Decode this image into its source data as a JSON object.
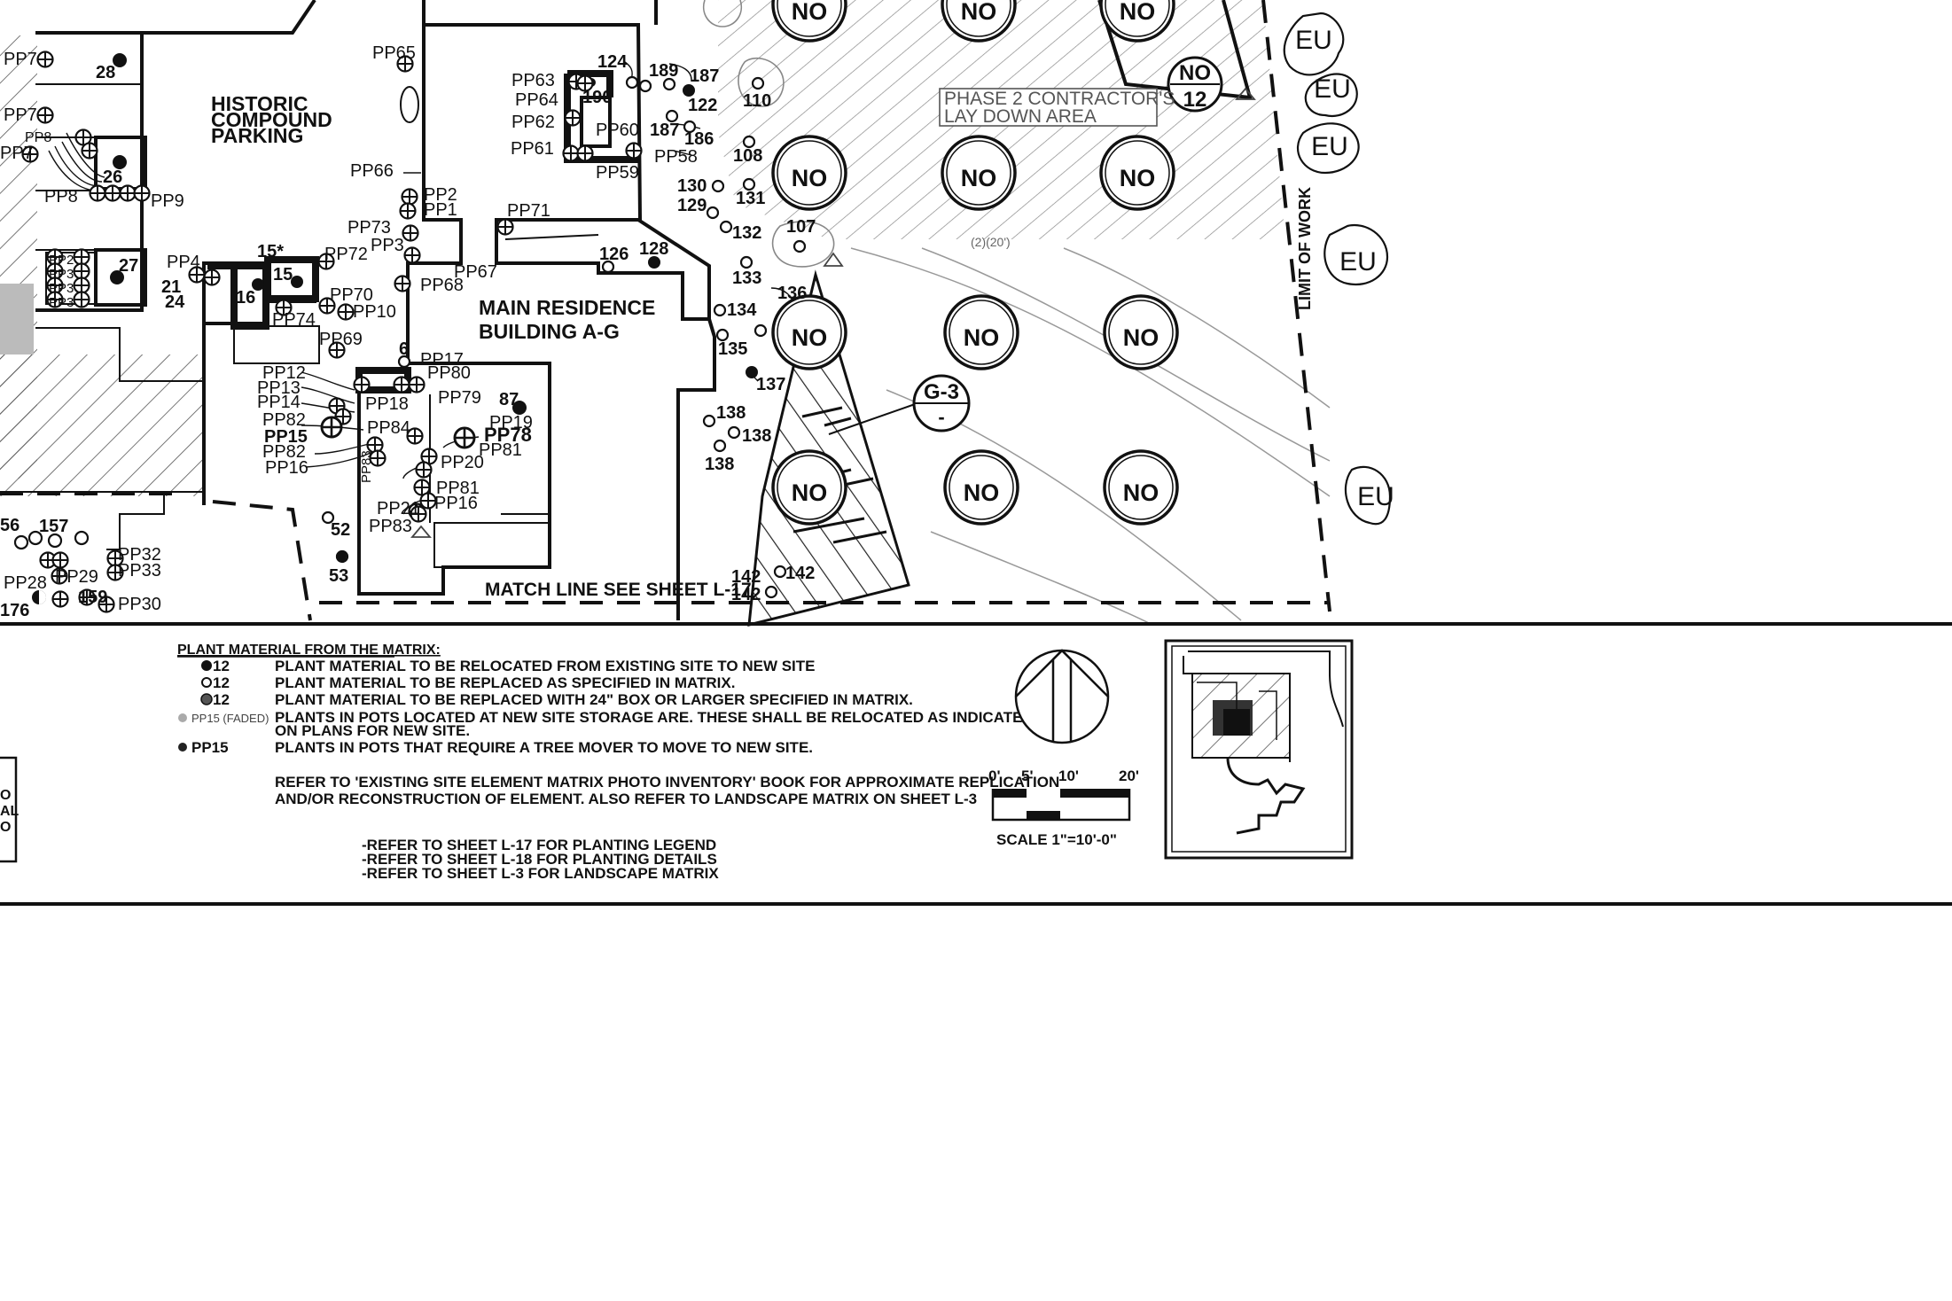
{
  "areas": {
    "historic_parking": [
      "HISTORIC",
      "COMPOUND",
      "PARKING"
    ],
    "main_residence": [
      "MAIN RESIDENCE",
      "BUILDING A-G"
    ],
    "phase2": [
      "PHASE 2 CONTRACTOR'S",
      "LAY DOWN AREA"
    ],
    "limit_of_work": "LIMIT OF WORK",
    "match_line": "MATCH LINE SEE SHEET L-17",
    "slope_note": "(2)(20')"
  },
  "tags": {
    "no": "NO",
    "no12_top": "NO",
    "no12_bottom": "12",
    "eu": "EU",
    "section_top": "G-3",
    "section_bottom": "-"
  },
  "plants": {
    "pp7a": "PP7",
    "pp7b": "PP7",
    "pp7c": "PP7",
    "pp8": "PP8",
    "pp8b": "PP8",
    "pp9": "PP9",
    "pp2a": "PP2",
    "pp3a": "PP3",
    "pp3b": "PP3",
    "pp3c": "PP3",
    "pp4": "PP4",
    "n28": "28",
    "n26": "26",
    "n27": "27",
    "n21": "21",
    "n24": "24",
    "n16": "16",
    "n15s": "15*",
    "n15": "15",
    "pp65": "PP65",
    "pp66": "PP66",
    "pp2": "PP2",
    "pp1": "PP1",
    "pp73": "PP73",
    "pp3": "PP3",
    "pp72": "PP72",
    "pp67": "PP67",
    "pp68": "PP68",
    "pp70": "PP70",
    "pp10": "PP10",
    "pp74": "PP74",
    "pp69": "PP69",
    "n6": "6",
    "pp17": "PP17",
    "pp80": "PP80",
    "pp12": "PP12",
    "pp13": "PP13",
    "pp14": "PP14",
    "pp82a": "PP82",
    "pp15": "PP15",
    "pp82b": "PP82",
    "pp16": "PP16",
    "pp18": "PP18",
    "pp84": "PP84",
    "pp79": "PP79",
    "n87": "87",
    "pp19": "PP19",
    "pp78": "PP78",
    "pp81a": "PP81",
    "pp20": "PP20",
    "pp81b": "PP81",
    "pp16b": "PP16",
    "pp21": "PP21",
    "pp83": "PP83",
    "pp83b": "PP83",
    "n52": "52",
    "n53": "53",
    "n56": "56",
    "n157": "157",
    "pp28": "PP28",
    "pp29": "PP29",
    "pp32": "PP32",
    "pp33": "PP33",
    "n176": "176",
    "n159": "159",
    "pp30": "PP30",
    "pp63": "PP63",
    "pp64": "PP64",
    "pp62": "PP62",
    "pp61": "PP61",
    "n124": "124",
    "n190": "190",
    "n189": "189",
    "n187a": "187",
    "n122": "122",
    "pp60": "PP60",
    "n187b": "187",
    "n186": "186",
    "pp59": "PP59",
    "pp58": "PP58",
    "pp71": "PP71",
    "n126": "126",
    "n128": "128",
    "n110": "110",
    "n108": "108",
    "n130": "130",
    "n131": "131",
    "n129": "129",
    "n132": "132",
    "n107": "107",
    "n133": "133",
    "n136": "136",
    "n134": "134",
    "n135": "135",
    "n137": "137",
    "n138a": "138",
    "n138b": "138",
    "n138c": "138",
    "n142a": "142",
    "n142b": "142",
    "n142c": "142"
  },
  "legend": {
    "heading": "PLANT MATERIAL FROM THE MATRIX:",
    "rows": [
      {
        "key": "12",
        "text": "PLANT MATERIAL TO BE RELOCATED FROM EXISTING SITE TO NEW SITE"
      },
      {
        "key": "12",
        "text": "PLANT MATERIAL TO BE REPLACED AS SPECIFIED IN MATRIX."
      },
      {
        "key": "12",
        "text": "PLANT MATERIAL TO BE REPLACED WITH 24\" BOX OR LARGER SPECIFIED IN MATRIX."
      },
      {
        "key": "PP15 (FADED)",
        "text": "PLANTS IN POTS LOCATED AT NEW SITE STORAGE ARE. THESE SHALL BE RELOCATED AS INDICATED",
        "text2": "ON PLANS FOR NEW SITE."
      },
      {
        "key": "PP15",
        "text": "PLANTS IN POTS THAT REQUIRE A TREE MOVER TO MOVE TO NEW SITE."
      }
    ],
    "refer1": "REFER TO 'EXISTING SITE ELEMENT MATRIX PHOTO INVENTORY' BOOK FOR APPROXIMATE REPLICATION",
    "refer2": "AND/OR RECONSTRUCTION OF ELEMENT.   ALSO REFER TO LANDSCAPE MATRIX ON SHEET L-3",
    "sheet_refs": [
      "-REFER TO SHEET L-17 FOR PLANTING LEGEND",
      "-REFER TO SHEET L-18 FOR PLANTING DETAILS",
      "-REFER TO SHEET L-3 FOR LANDSCAPE MATRIX"
    ]
  },
  "scale": {
    "ticks": [
      "0'",
      "5'",
      "10'",
      "20'"
    ],
    "label": "SCALE 1\"=10'-0\""
  },
  "edge_letters": [
    "O",
    "AL",
    "O"
  ]
}
